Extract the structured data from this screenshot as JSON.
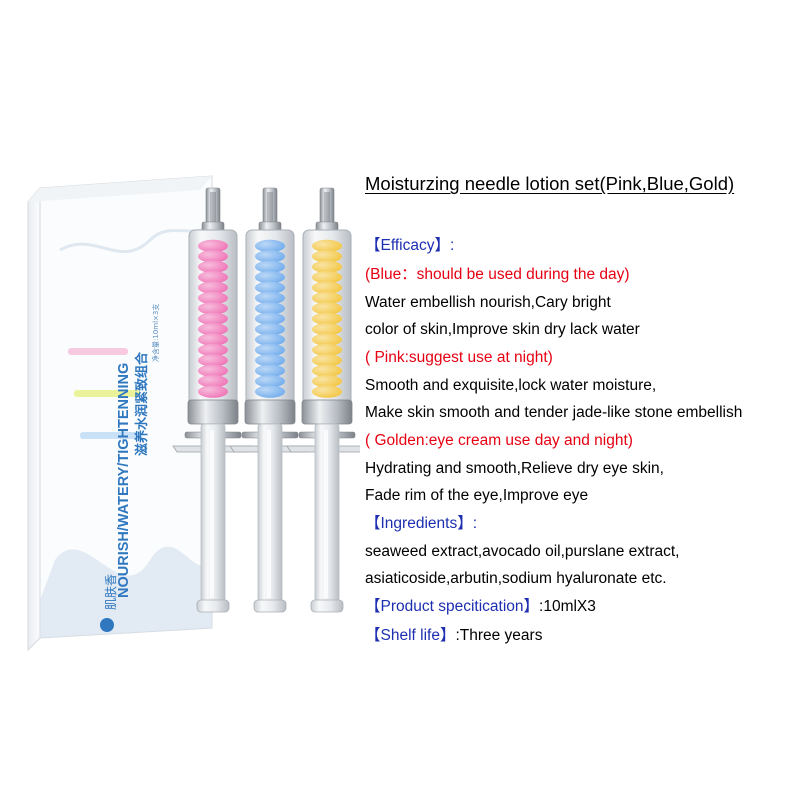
{
  "title": "Moisturzing needle lotion set(Pink,Blue,Gold)",
  "box": {
    "brand_cn": "肌肤香",
    "line_en": "NOURISH/WATERY/TIGHTENNING",
    "line_cn": "滋养水润紧致组合",
    "spec_cn": "净含量:10ml×3支"
  },
  "colors": {
    "pink": "#ee6cb2",
    "blue": "#6aa8ec",
    "gold": "#f2c338",
    "heading": "#1d2fb0",
    "accent": "#e60012",
    "box_text": "#2f78c0"
  },
  "efficacy": {
    "heading": "【Efficacy】:",
    "blue_note": "(Blue：should be used during the day)",
    "blue_desc_1": "Water embellish nourish,Cary bright",
    "blue_desc_2": "color of skin,Improve skin dry lack water",
    "pink_note": "( Pink:suggest use at night)",
    "pink_desc_1": "Smooth and exquisite,lock water moisture,",
    "pink_desc_2": "Make skin smooth and tender jade-like stone embellish",
    "gold_note": "( Golden:eye cream use day and night)",
    "gold_desc_1": "Hydrating and smooth,Relieve dry eye skin,",
    "gold_desc_2": "Fade rim of the eye,Improve eye"
  },
  "ingredients": {
    "heading": "【Ingredients】:",
    "line_1": "seaweed extract,avocado oil,purslane extract,",
    "line_2": "asiaticoside,arbutin,sodium hyaluronate etc."
  },
  "specification": {
    "heading": "【Product specitication】",
    "value": ":10mlX3"
  },
  "shelf_life": {
    "heading": "【Shelf life】",
    "value": ":Three years"
  }
}
